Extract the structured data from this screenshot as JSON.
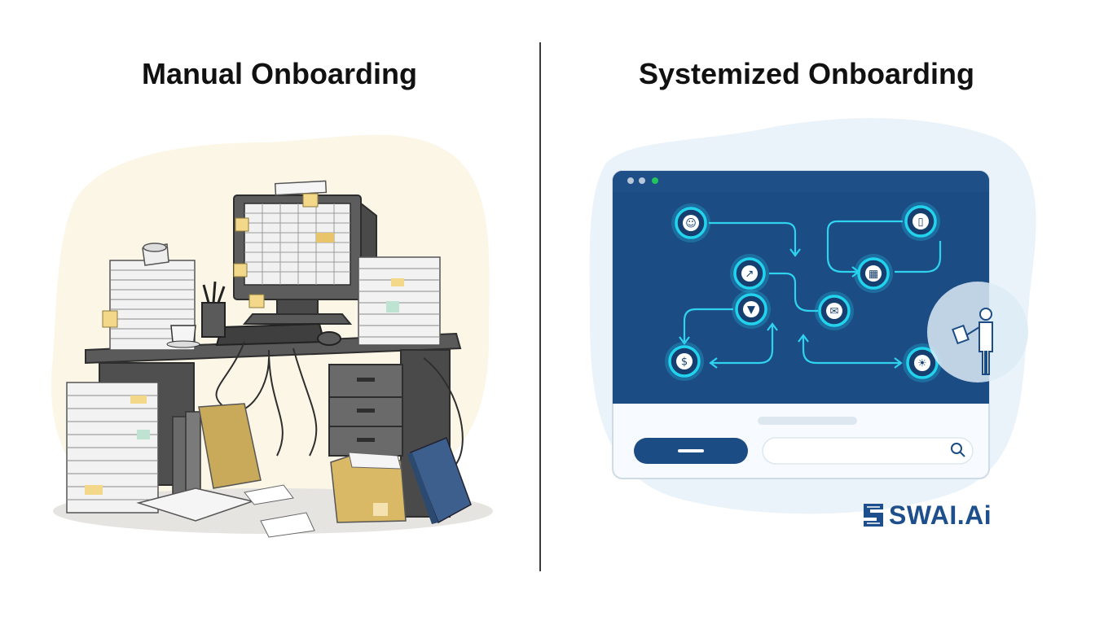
{
  "left_panel": {
    "title": "Manual Onboarding"
  },
  "right_panel": {
    "title": "Systemized Onboarding",
    "window_dots": [
      "#b8c7da",
      "#b8c7da",
      "#22c55e"
    ],
    "accent": "#22d3ee",
    "nodes": [
      {
        "icon": "user-icon"
      },
      {
        "icon": "document-icon"
      },
      {
        "icon": "calendar-icon"
      },
      {
        "icon": "workflow-icon"
      },
      {
        "icon": "mail-icon"
      },
      {
        "icon": "location-pin-icon"
      },
      {
        "icon": "dollar-screen-icon"
      },
      {
        "icon": "idea-icon"
      }
    ]
  },
  "brand": {
    "name": "SWAI.Ai",
    "color": "#1d4f8c"
  }
}
